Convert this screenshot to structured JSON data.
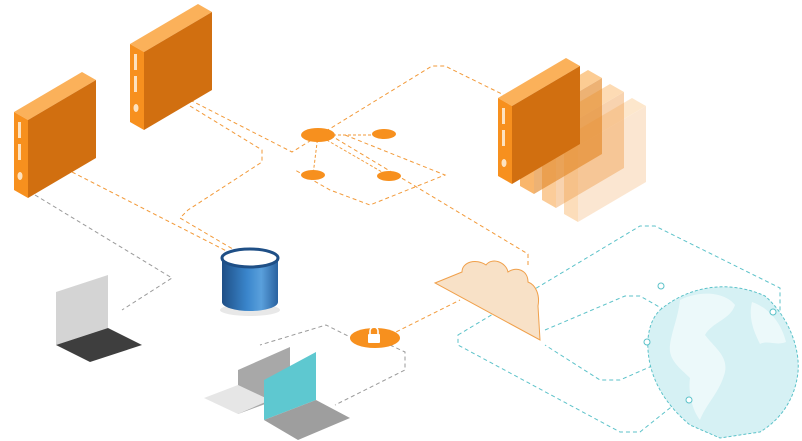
{
  "diagram": {
    "kind": "isometric-network-illustration",
    "colors": {
      "server_front": "#f7901e",
      "server_side": "#d16f10",
      "server_top": "#fbb15a",
      "connector_orange": "#f29a3a",
      "connector_gray": "#9a9a9a",
      "connector_teal": "#5cc2c9",
      "cloud_fill": "#f8e1c7",
      "cloud_stroke": "#f0a04b",
      "database_blue": "#2f73b7",
      "database_dark": "#1f4f86",
      "laptop_gray": "#cfcfcf",
      "laptop_dark": "#4a4a4a",
      "laptop_teal": "#5ec8d0",
      "globe_fill": "#d6f1f4",
      "globe_stroke": "#5cc2c9"
    },
    "nodes": [
      {
        "id": "server-left",
        "icon": "server-icon"
      },
      {
        "id": "server-top",
        "icon": "server-icon"
      },
      {
        "id": "server-stack",
        "icon": "server-stack-icon",
        "copies": 4
      },
      {
        "id": "hub",
        "icon": "network-hub-icon",
        "nodes": 4
      },
      {
        "id": "database",
        "icon": "database-icon"
      },
      {
        "id": "cloud",
        "icon": "cloud-icon"
      },
      {
        "id": "lock",
        "icon": "lock-icon"
      },
      {
        "id": "laptop-gray",
        "icon": "laptop-icon"
      },
      {
        "id": "laptops-pair",
        "icon": "laptop-icon",
        "copies": 2
      },
      {
        "id": "globe",
        "icon": "globe-icon"
      }
    ]
  }
}
